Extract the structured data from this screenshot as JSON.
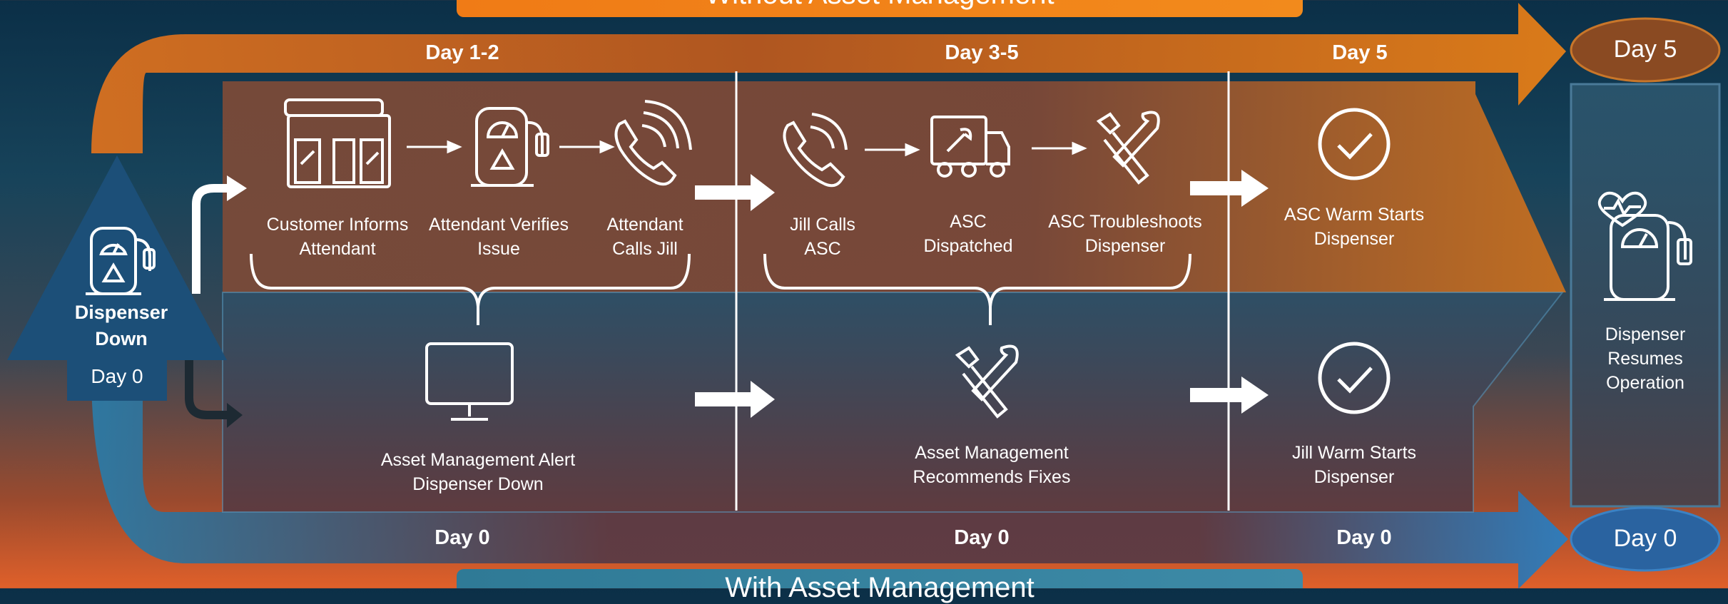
{
  "top_banner": {
    "title": "Without Asset Management"
  },
  "bottom_banner": {
    "title": "With Asset Management"
  },
  "start": {
    "title": "Dispenser Down",
    "day": "Day 0"
  },
  "end": {
    "top_day": "Day 5",
    "bottom_day": "Day 0",
    "label": "Dispenser Resumes Operation"
  },
  "top_track": {
    "phases": [
      "Day 1-2",
      "Day 3-5",
      "Day 5"
    ],
    "steps": [
      "Customer Informs Attendant",
      "Attendant Verifies Issue",
      "Attendant Calls Jill",
      "Jill Calls ASC",
      "ASC Dispatched",
      "ASC Troubleshoots Dispenser",
      "ASC Warm Starts Dispenser"
    ]
  },
  "bottom_track": {
    "phases": [
      "Day 0",
      "Day 0",
      "Day 0"
    ],
    "steps": [
      "Asset Management Alert Dispenser Down",
      "Asset Management Recommends Fixes",
      "Jill Warm Starts Dispenser"
    ]
  },
  "colors": {
    "top_track": "#d86a1c",
    "bottom_track": "#1f6f9a",
    "end_badge_top": "#8a4a22",
    "end_badge_bottom": "#2a63a0"
  }
}
